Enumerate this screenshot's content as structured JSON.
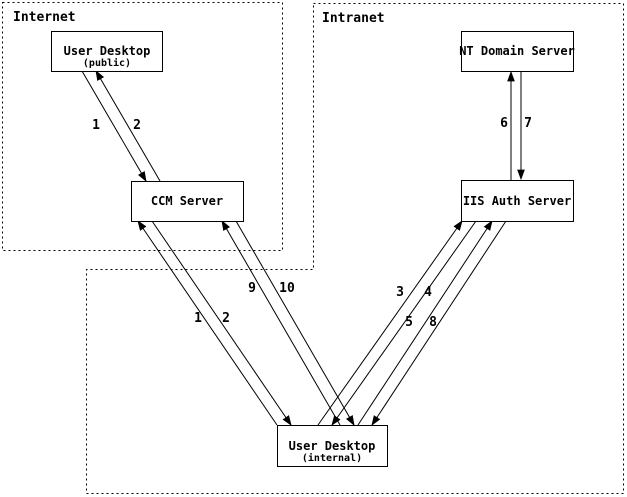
{
  "zones": {
    "internet": {
      "label": "Internet"
    },
    "intranet": {
      "label": "Intranet"
    }
  },
  "nodes": {
    "desktop_public": {
      "title": "User Desktop",
      "subtitle": "(public)"
    },
    "ccm": {
      "title": "CCM Server"
    },
    "nt": {
      "title": "NT Domain Server"
    },
    "iis": {
      "title": "IIS Auth Server"
    },
    "desktop_internal": {
      "title": "User Desktop",
      "subtitle": "(internal)"
    }
  },
  "edges": {
    "public_ccm": {
      "request": "1",
      "response": "2"
    },
    "internal_ccm_login": {
      "request": "1",
      "response": "2"
    },
    "internal_ccm_content": {
      "request": "9",
      "response": "10"
    },
    "internal_iis_auth": {
      "request": "3",
      "response": "4"
    },
    "internal_iis_token": {
      "request": "5",
      "response": "8"
    },
    "iis_nt": {
      "request": "6",
      "response": "7"
    }
  },
  "colors": {
    "ink": "#000000",
    "background": "#ffffff"
  }
}
